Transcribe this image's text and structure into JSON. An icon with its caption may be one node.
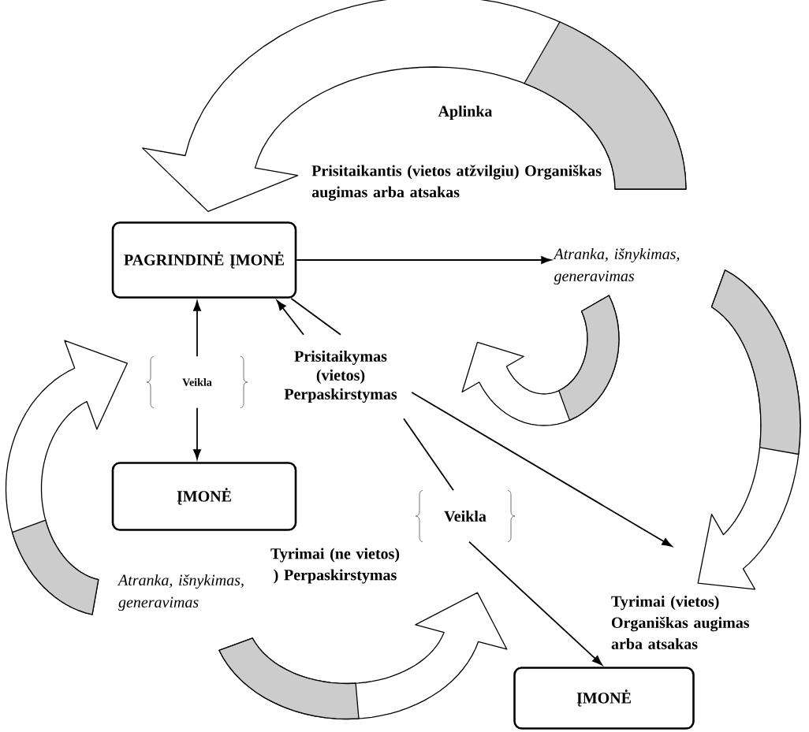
{
  "diagram": {
    "nodes": [
      {
        "text": [
          "PAGRINDINĖ ĮMONĖ"
        ]
      },
      {
        "text": [
          "ĮMONĖ"
        ]
      },
      {
        "text": [
          "ĮMONĖ"
        ]
      },
      {
        "text": [
          "Veikla"
        ]
      },
      {
        "text": [
          "Veikla"
        ]
      },
      {
        "text": [
          "Prisitaikymas (vietos) Perpaskirstymas"
        ]
      },
      {
        "text": [
          "Atranka, išnykimas, generavimas"
        ]
      }
    ],
    "edges": [
      {
        "from": 0,
        "to": 6,
        "arrow": "to"
      },
      {
        "from": 3,
        "to": 0,
        "arrow": "to"
      },
      {
        "from": 3,
        "to": 1,
        "arrow": "to"
      },
      {
        "from": 5,
        "to": 0,
        "arrow": "to"
      },
      {
        "from": 5,
        "to": 0,
        "arrow": "none"
      },
      {
        "from": 5,
        "to": null,
        "arrow": "to"
      },
      {
        "from": 5,
        "to": 4,
        "arrow": "none"
      },
      {
        "from": 4,
        "to": 2,
        "arrow": "to"
      }
    ],
    "labels": [
      "Aplinka",
      "Prisitaikantis (vietos atžvilgiu) Organiškas augimas arba atsakas",
      "Tyrimai (vietos) Organiškas augimas arba atsakas",
      "Tyrimai (ne vietos) ) Perpaskirstymas",
      "Atranka, išnykimas, generavimas"
    ]
  }
}
